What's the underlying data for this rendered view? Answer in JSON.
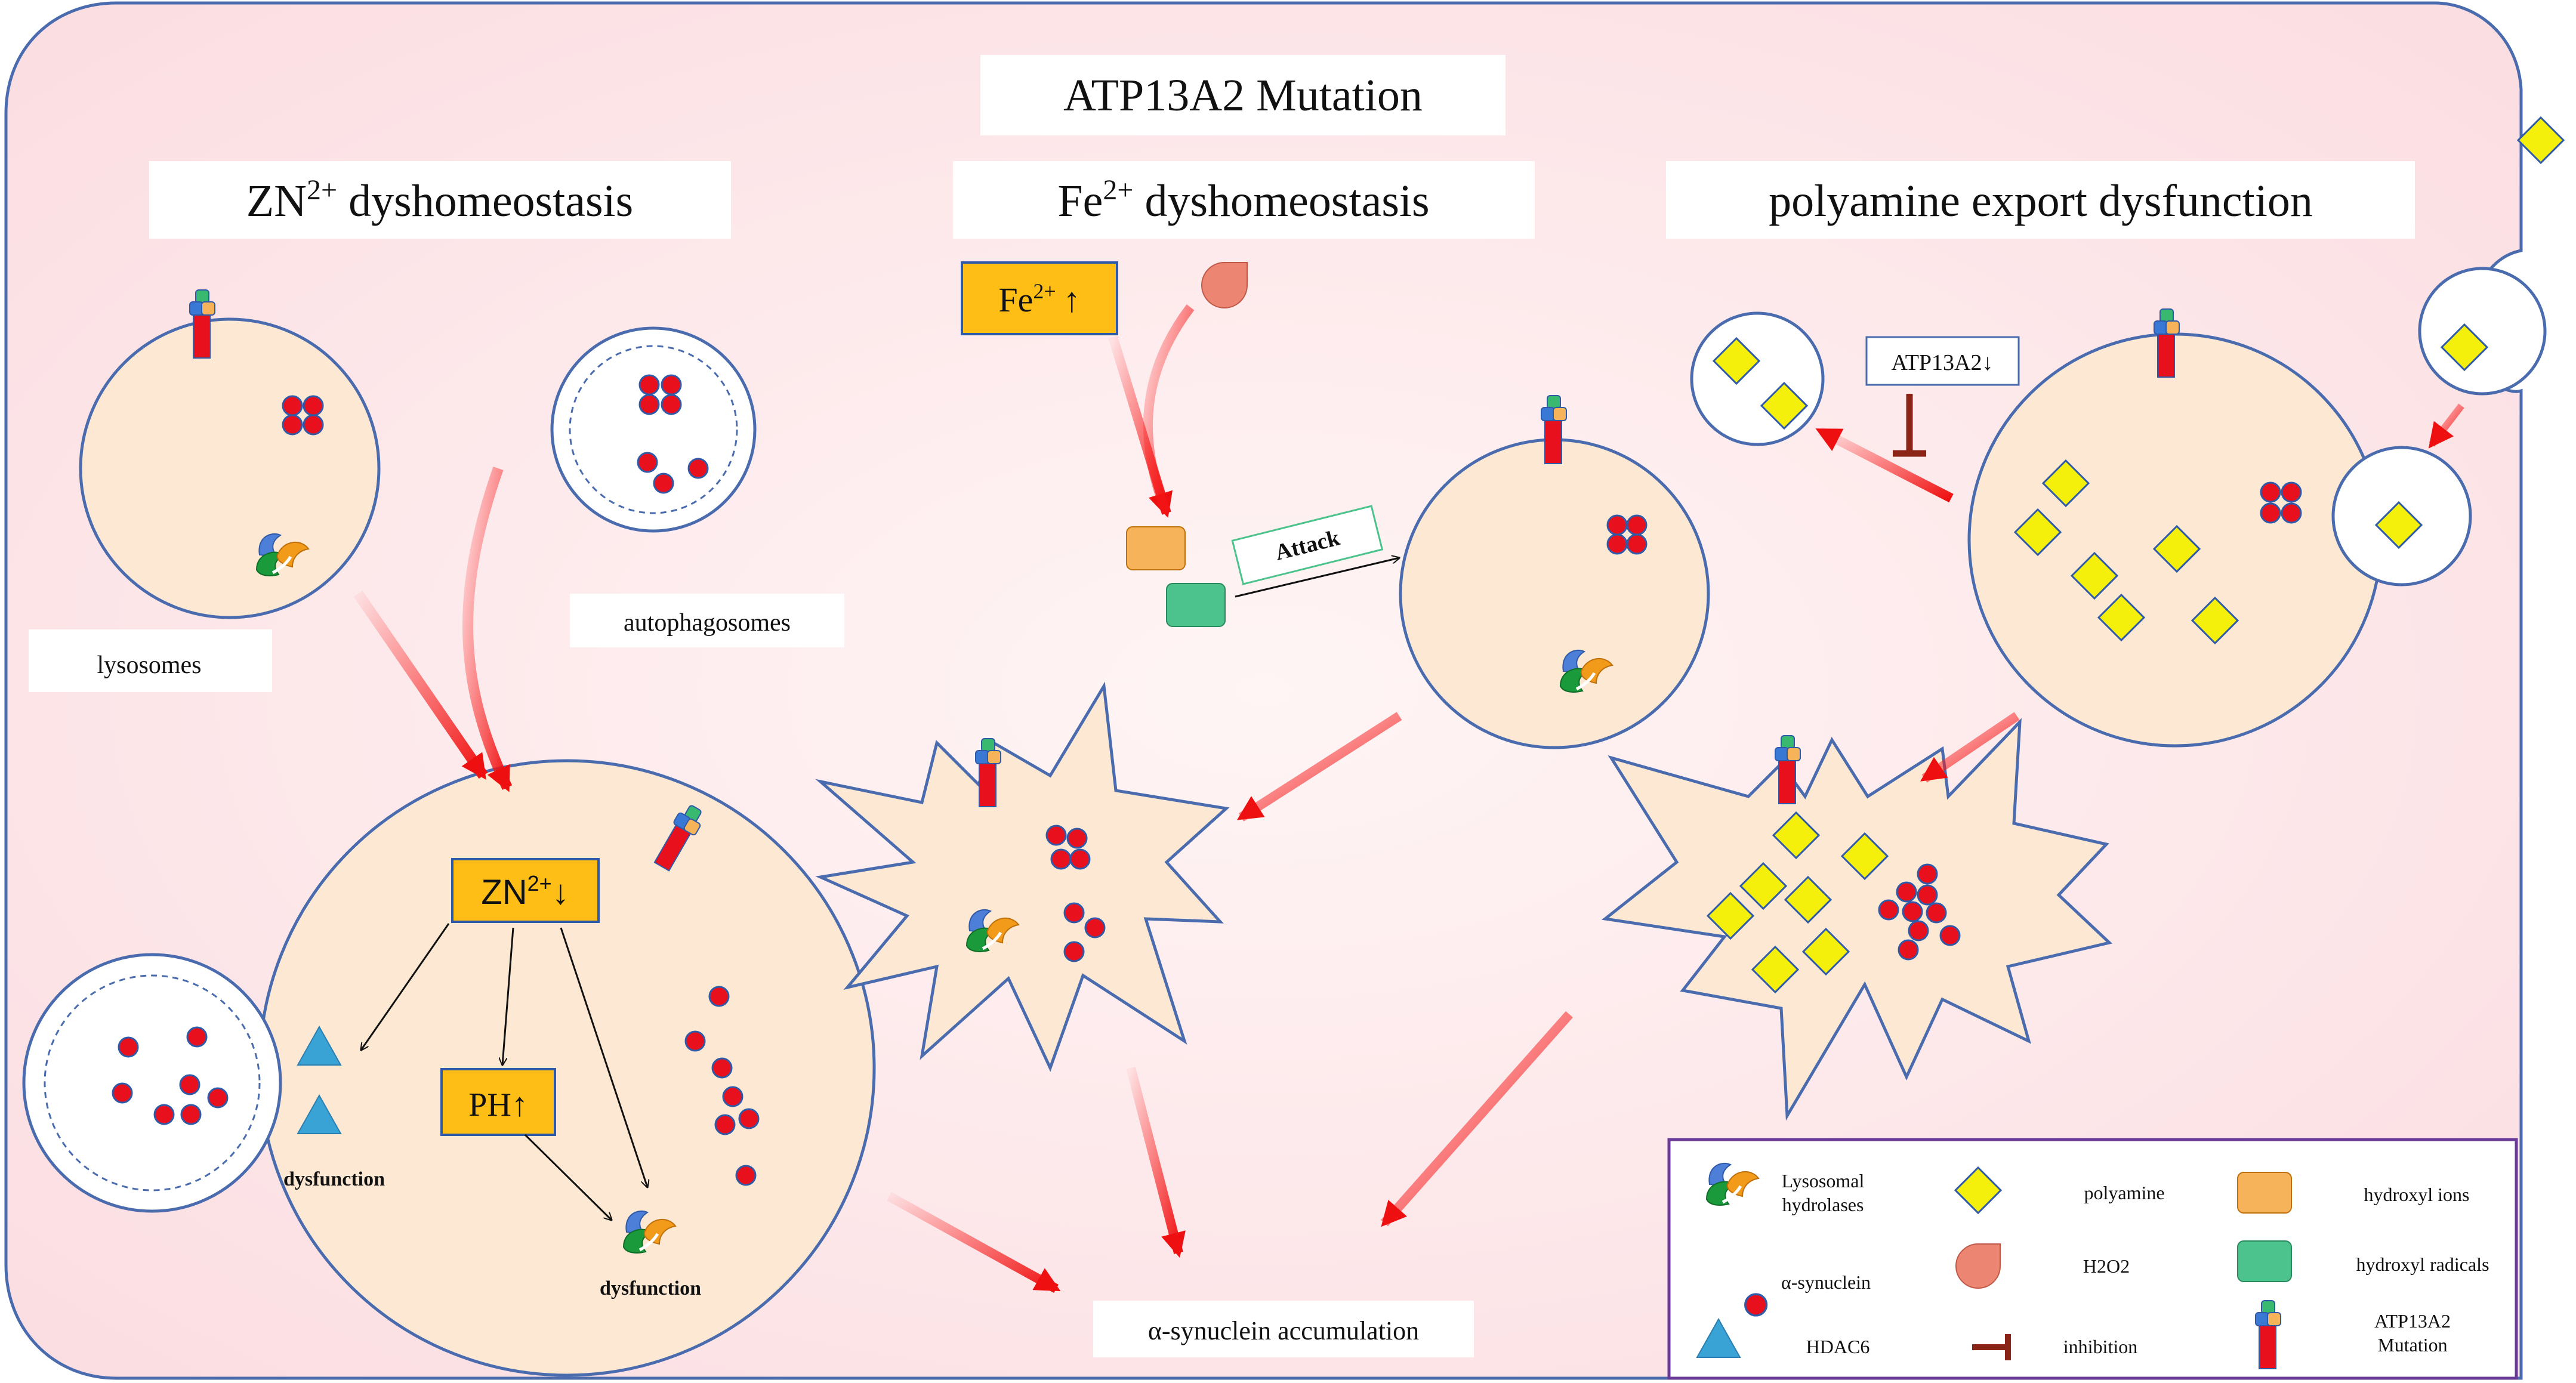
{
  "title": "ATP13A2 Mutation",
  "sections": {
    "zn": {
      "base": "ZN",
      "sup": "2+",
      "rest": " dyshomeostasis"
    },
    "fe": {
      "base": "Fe",
      "sup": "2+",
      "rest": " dyshomeostasis"
    },
    "poly": {
      "text": "polyamine export dysfunction"
    }
  },
  "labels": {
    "lysosomes": "lysosomes",
    "autophagosomes": "autophagosomes",
    "fe_box": {
      "base": "Fe",
      "sup": "2+",
      "arrow": "↑"
    },
    "attack": "Attack",
    "atp_inhibit": "ATP13A2↓",
    "zn_box": {
      "base": "ZN",
      "sup": "2+",
      "arrow": "↓"
    },
    "ph_box": {
      "base": "PH",
      "arrow": "↑"
    },
    "dysfunction_hdac": "dysfunction",
    "dysfunction_hydro": "dysfunction",
    "accumulation": "α-synuclein accumulation"
  },
  "legend": {
    "items": [
      {
        "icon": "hydrolase-icon",
        "label": [
          "Lysosomal",
          "hydrolases"
        ]
      },
      {
        "icon": "polyamine-icon",
        "label": [
          "polyamine"
        ]
      },
      {
        "icon": "hydroxyl-ion-icon",
        "label": [
          "hydroxyl ions"
        ]
      },
      {
        "icon": "alpha-synuclein-icon",
        "label": [
          "α-synuclein"
        ]
      },
      {
        "icon": "h2o2-icon",
        "label": [
          "H2O2"
        ]
      },
      {
        "icon": "hydroxyl-radical-icon",
        "label": [
          "hydroxyl radicals"
        ]
      },
      {
        "icon": "hdac6-icon",
        "label": [
          "HDAC6"
        ]
      },
      {
        "icon": "inhibition-icon",
        "label": [
          "inhibition"
        ]
      },
      {
        "icon": "atp13a2-icon",
        "label": [
          "ATP13A2",
          "Mutation"
        ]
      }
    ]
  },
  "colors": {
    "cell_fill": "#fde6e8",
    "cell_border": "#4a6cae",
    "lysosome_fill": "#fde9d3",
    "alpha_synuclein": "#e8101c",
    "polyamine": "#f5ef0c",
    "hydroxyl_ion": "#f6b35a",
    "hydroxyl_radical": "#4cc38c",
    "hdac6": "#3aa3d6",
    "h2o2": "#ec8672",
    "box_fill": "#ffbe16",
    "inhibition": "#8b2416",
    "legend_border": "#6a3a99"
  }
}
